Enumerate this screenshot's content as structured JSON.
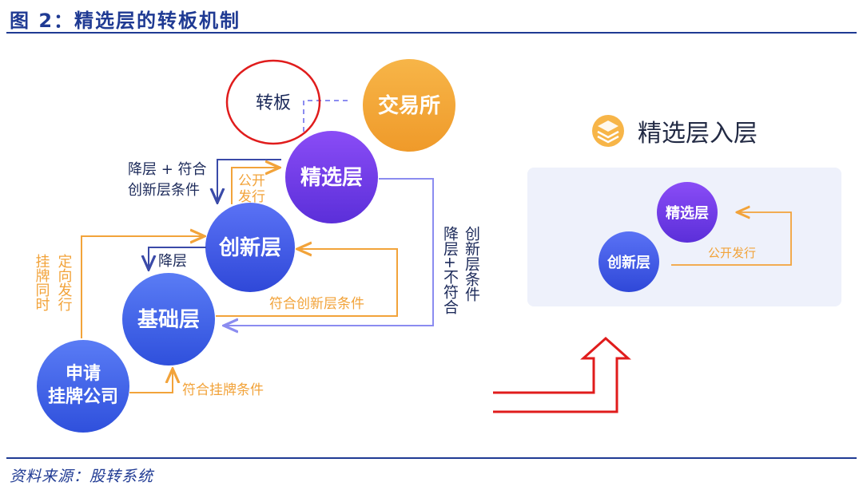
{
  "header": {
    "title": "图 2：精选层的转板机制"
  },
  "footer": {
    "source": "资料来源：股转系统"
  },
  "nodes": {
    "exchange": "交易所",
    "select": "精选层",
    "innovation": "创新层",
    "basic": "基础层",
    "apply_line1": "申请",
    "apply_line2": "挂牌公司",
    "transfer": "转板"
  },
  "labels": {
    "downgrade_meets_1": "降层 + 符合",
    "downgrade_meets_2": "创新层条件",
    "public_issue_1": "公开",
    "public_issue_2": "发行",
    "downgrade": "降层",
    "listing_issue_col1": "挂牌同时",
    "listing_issue_col2": "定向发行",
    "meets_innovation": "符合创新层条件",
    "meets_listing": "符合挂牌条件",
    "downgrade_not_meet_col1": "降层+不符合",
    "downgrade_not_meet_col2": "创新层条件"
  },
  "panel": {
    "title": "精选层入层",
    "select": "精选层",
    "innovation": "创新层",
    "public_issue": "公开发行"
  },
  "colors": {
    "title_blue": "#1f3a93",
    "orange": "#f2a33a",
    "purple": "#7a3df0",
    "blue": "#3d5ef0",
    "red": "#e01c1c",
    "line_purple": "#8b8cf0",
    "panel_bg": "#eef1fb"
  }
}
